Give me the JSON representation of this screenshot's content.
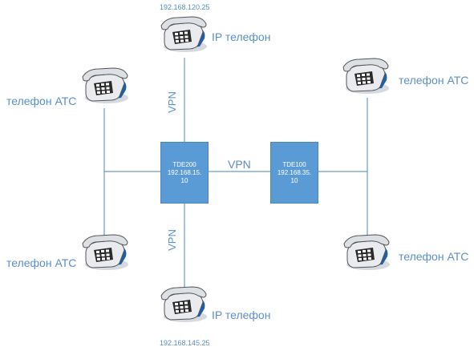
{
  "routers": {
    "left": {
      "name": "TDE200",
      "ip": "192.168.15.",
      "ip2": "10"
    },
    "right": {
      "name": "TDE100",
      "ip": "192.168.35.",
      "ip2": "10"
    }
  },
  "links": {
    "vpn_center": "VPN",
    "vpn_top": "VPN",
    "vpn_bottom": "VPN"
  },
  "phones": {
    "ip_top": {
      "label": "IP телефон",
      "ip": "192.168.120.25"
    },
    "ip_bottom": {
      "label": "IP телефон",
      "ip": "192.168.145.25"
    },
    "ats_left_top": {
      "label": "телефон АТС"
    },
    "ats_left_bottom": {
      "label": "телефон АТС"
    },
    "ats_right_top": {
      "label": "телефон АТС"
    },
    "ats_right_bottom": {
      "label": "телефон АТС"
    }
  },
  "colors": {
    "line": "#5b8fc7",
    "box": "#5b9bd5",
    "text": "#5b8fc7"
  }
}
